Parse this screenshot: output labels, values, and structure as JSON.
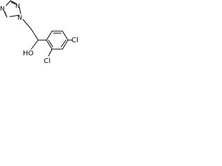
{
  "molecule": {
    "atoms": {
      "triazole_n_top": "N",
      "triazole_n_mid": "N",
      "triazole_n_link": "N",
      "hydroxyl": "HO",
      "chloro_para": "Cl",
      "chloro_ortho": "Cl"
    }
  }
}
